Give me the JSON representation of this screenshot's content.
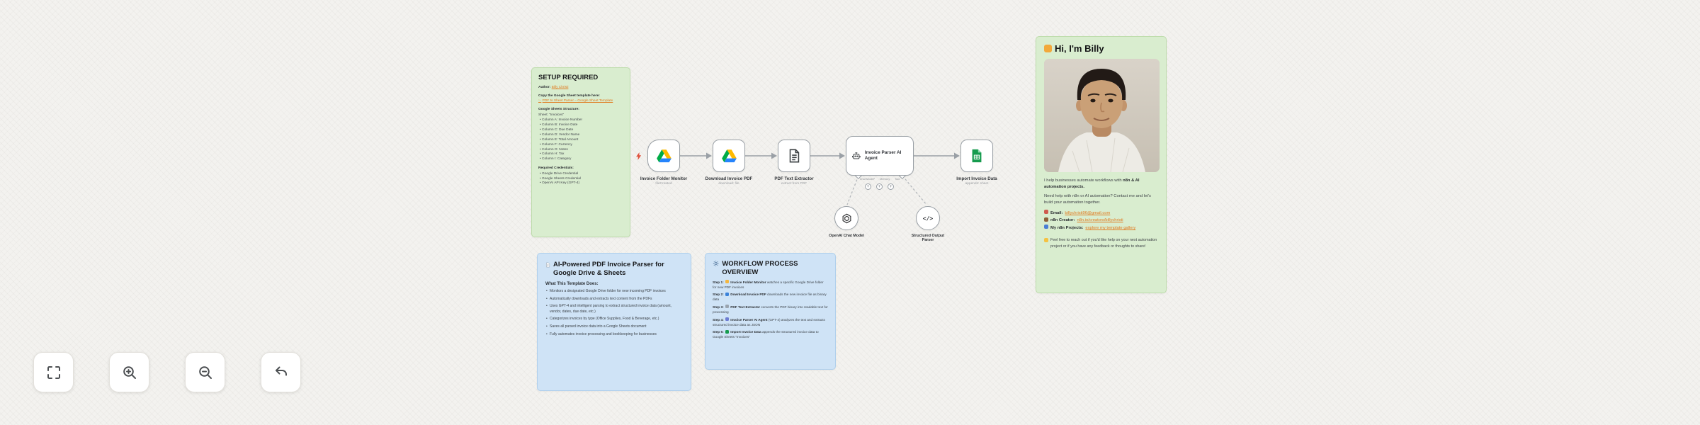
{
  "setup_sticky": {
    "title": "SETUP REQUIRED",
    "author_label": "Author:",
    "author_name": "Billy Christi",
    "copy_heading": "Copy the Google Sheet template here:",
    "template_link": "PDF to Sheet Parser – Google Sheet Template",
    "structure_heading": "Google Sheets Structure:",
    "sheet_line": "Sheet: \"Invoices\"",
    "columns": [
      "Column A: Invoice Number",
      "Column B: Invoice Date",
      "Column C: Due Date",
      "Column D: Vendor Name",
      "Column E: Total Amount",
      "Column F: Currency",
      "Column G: Notes",
      "Column H: Tax",
      "Column I: Category"
    ],
    "credentials_heading": "Required Credentials:",
    "credentials": [
      "Google Drive Credential",
      "Google Sheets Credential",
      "OpenAI API Key (GPT-4)"
    ]
  },
  "parser_sticky": {
    "title": "AI-Powered PDF Invoice Parser for Google Drive & Sheets",
    "subheading": "What This Template Does:",
    "bullets": [
      "Monitors a designated Google Drive folder for new incoming PDF invoices",
      "Automatically downloads and extracts text content from the PDFs",
      "Uses GPT-4 and intelligent parsing to extract structured invoice data (amount, vendor, dates, due date, etc.)",
      "Categorizes invoices by type (Office Supplies, Food & Beverage, etc.)",
      "Saves all parsed invoice data into a Google Sheets document",
      "Fully automates invoice processing and bookkeeping for businesses"
    ]
  },
  "overview_sticky": {
    "title": "WORKFLOW PROCESS OVERVIEW",
    "steps": [
      {
        "label": "Step 1:",
        "node": "Invoice Folder Monitor",
        "text": "watches a specific Google Drive folder for new PDF invoices"
      },
      {
        "label": "Step 2:",
        "node": "Download Invoice PDF",
        "text": "downloads the new invoice file as binary data"
      },
      {
        "label": "Step 3:",
        "node": "PDF Text Extractor",
        "text": "converts the PDF binary into readable text for processing"
      },
      {
        "label": "Step 4:",
        "node": "Invoice Parser AI Agent",
        "text": "(GPT-4) analyzes the text and extracts structured invoice data as JSON"
      },
      {
        "label": "Step 5:",
        "node": "Import Invoice Data",
        "text": "appends the structured invoice data to Google Sheets \"Invoices\""
      }
    ]
  },
  "billy_sticky": {
    "title": "Hi, I'm Billy",
    "intro_prefix": "I help businesses automate workflows with ",
    "intro_bold": "n8n & AI automation projects.",
    "para": "Need help with n8n or AI automation? Contact me and let's build your automation together.",
    "contacts": [
      {
        "label": "Email:",
        "value": "billychristi96@gmail.com"
      },
      {
        "label": "n8n Creator:",
        "value": "n8n.io/creators/billychristi"
      },
      {
        "label": "My n8n Projects:",
        "value": "explore my template gallery"
      }
    ],
    "footer": "Feel free to reach out if you'd like help on your next automation project or if you have any feedback or thoughts to share!"
  },
  "workflow": {
    "nodes": [
      {
        "name": "Invoice Folder Monitor",
        "subtitle": "fileCreated"
      },
      {
        "name": "Download Invoice PDF",
        "subtitle": "download: file"
      },
      {
        "name": "PDF Text Extractor",
        "subtitle": "extract from PDF"
      },
      {
        "name": "Invoice Parser AI Agent",
        "subtitle": ""
      },
      {
        "name": "Import Invoice Data",
        "subtitle": "appends: sheet"
      }
    ],
    "ports": [
      "Chat Model*",
      "Memory",
      "Tool"
    ],
    "sub_nodes": [
      {
        "name": "OpenAI Chat Model"
      },
      {
        "name": "Structured Output Parser"
      }
    ]
  },
  "icons": {
    "pointer": "☞",
    "plus": "+",
    "code": "</>"
  },
  "colors": {
    "sticky_green": "#d9edcf",
    "sticky_blue": "#cfe3f6",
    "link_orange": "#e07a1f",
    "drive_green": "#00ac47",
    "drive_yellow": "#ffba00",
    "drive_blue": "#2684fc",
    "sheets_green": "#169b4e",
    "trigger_red": "#e0533f"
  }
}
